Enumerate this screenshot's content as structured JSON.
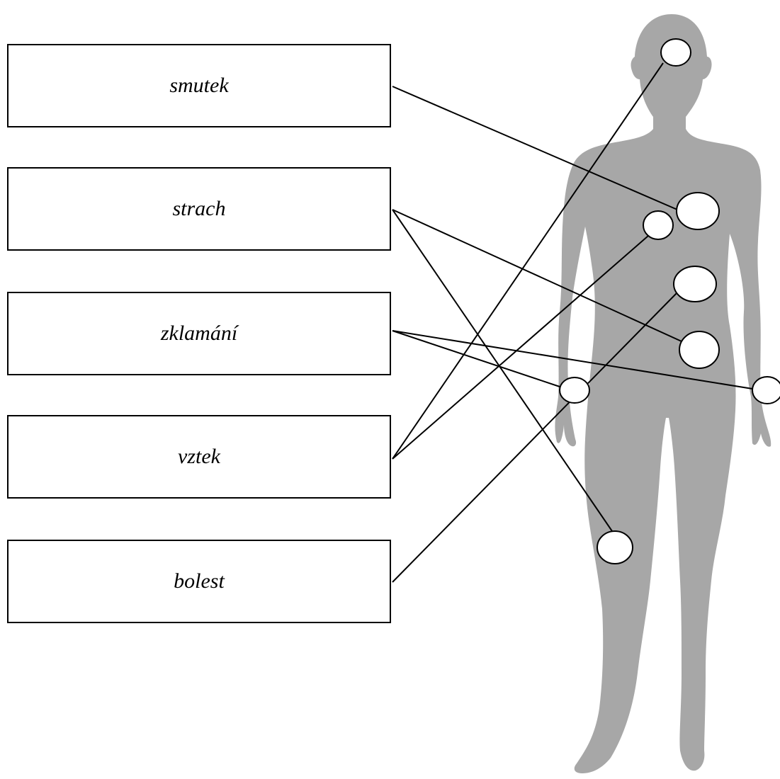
{
  "emotions": [
    {
      "id": "smutek",
      "label": "smutek"
    },
    {
      "id": "strach",
      "label": "strach"
    },
    {
      "id": "zklamani",
      "label": "zklamání"
    },
    {
      "id": "vztek",
      "label": "vztek"
    },
    {
      "id": "bolest",
      "label": "bolest"
    }
  ],
  "body_points": [
    "head",
    "left-breast",
    "right-chest",
    "upper-abdomen",
    "lower-abdomen",
    "right-hand",
    "left-hand",
    "right-knee"
  ],
  "connections": [
    {
      "emotion": "smutek",
      "point": "left-breast"
    },
    {
      "emotion": "strach",
      "point": "lower-abdomen"
    },
    {
      "emotion": "strach",
      "point": "right-knee"
    },
    {
      "emotion": "zklamani",
      "point": "right-hand"
    },
    {
      "emotion": "zklamani",
      "point": "left-hand"
    },
    {
      "emotion": "vztek",
      "point": "head"
    },
    {
      "emotion": "vztek",
      "point": "right-chest"
    },
    {
      "emotion": "bolest",
      "point": "upper-abdomen"
    }
  ],
  "colors": {
    "silhouette": "#a7a7a7",
    "line": "#000000",
    "marker_fill": "#ffffff"
  }
}
